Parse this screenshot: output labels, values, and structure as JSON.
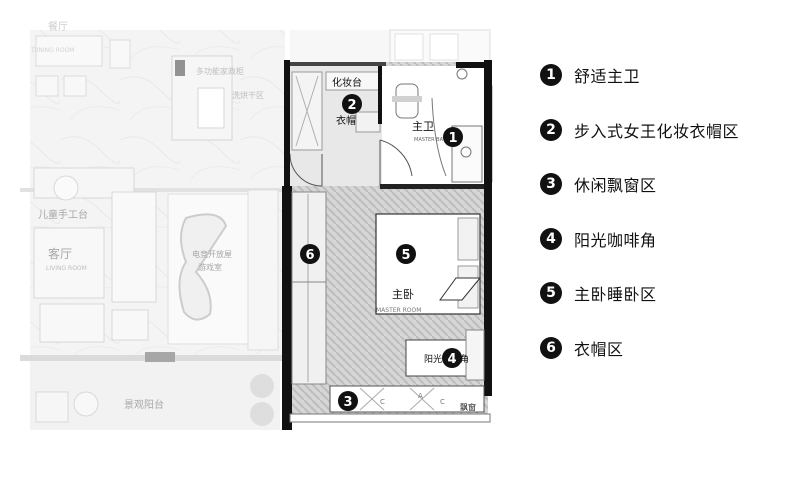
{
  "plan": {
    "rooms": {
      "dining": "餐厅",
      "dining_en": "DINING ROOM",
      "multi_cabinet": "多功能家政柜",
      "wash_dry": "洗烘干区",
      "kids_table": "儿童手工台",
      "living": "客厅",
      "living_en": "LIVING ROOM",
      "game_room": "电竞开放屋",
      "game_room_2": "游戏室",
      "balcony": "景观阳台",
      "vanity": "化妆台",
      "wardrobe": "衣帽",
      "master_bath": "主卫",
      "master_bath_en": "MASTER BATH",
      "master_bed": "主卧",
      "master_bed_en": "MASTER ROOM",
      "sun_cafe": "阳光咖啡角",
      "bay_window": "飘窗"
    },
    "markers": [
      "1",
      "2",
      "3",
      "4",
      "5",
      "6"
    ],
    "cabinet_letters": [
      "C",
      "A",
      "C"
    ]
  },
  "legend": {
    "items": [
      {
        "number": "1",
        "label": "舒适主卫"
      },
      {
        "number": "2",
        "label": "步入式女王化妆衣帽区"
      },
      {
        "number": "3",
        "label": "休闲飘窗区"
      },
      {
        "number": "4",
        "label": "阳光咖啡角"
      },
      {
        "number": "5",
        "label": "主卧睡卧区"
      },
      {
        "number": "6",
        "label": "衣帽区"
      }
    ]
  }
}
